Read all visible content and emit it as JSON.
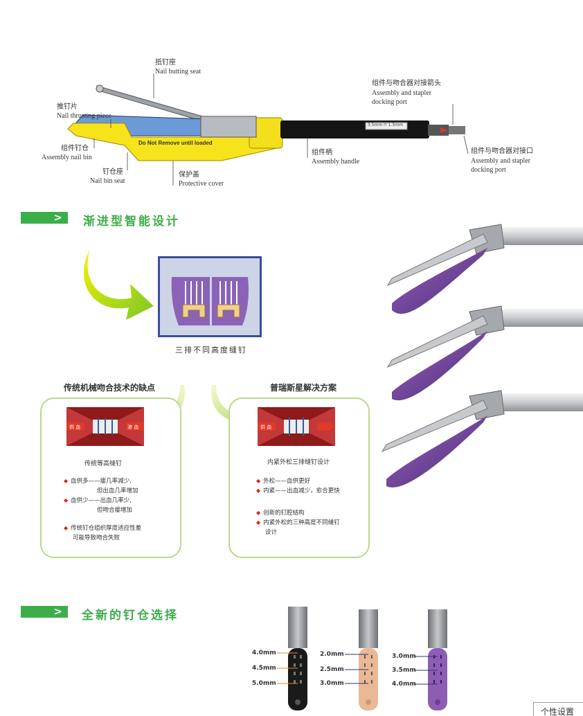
{
  "top_labels": {
    "nail_butting_seat_cn": "抵钉座",
    "nail_butting_seat_en": "Nail butting seat",
    "nail_thrusting_cn": "推钉片",
    "nail_thrusting_en": "Nail thrusting piece",
    "assembly_nail_bin_cn": "组件钉仓",
    "assembly_nail_bin_en": "Assembly nail bin",
    "nail_bin_seat_cn": "钉仓座",
    "nail_bin_seat_en": "Nail bin seat",
    "protective_cover_cn": "保护盖",
    "protective_cover_en": "Protective cover",
    "assembly_handle_cn": "组件柄",
    "assembly_handle_en": "Assembly handle",
    "docking_arrow_cn": "组件与吻合器对接箭头",
    "docking_arrow_en1": "Assembly and stapler",
    "docking_arrow_en2": "docking port",
    "docking_port_cn": "组件与吻合器对接口",
    "docking_port_en1": "Assembly and stapler",
    "docking_port_en2": "docking port",
    "cover_text": "Do Not Remove until loaded",
    "handle_tag": "3.5mm ⊓ 1.5mm"
  },
  "section1": {
    "arrow": ">",
    "title": "渐进型智能设计",
    "staple_caption": "三排不同高度缝钉"
  },
  "left_box": {
    "heading": "传统机械吻合技术的缺点",
    "caption": "传统等高缝钉",
    "tissue_left": "供 血",
    "tissue_right": "渗 血",
    "bullets": [
      {
        "main": "血供多——瘘几率减少,",
        "sub": "但出血几率增加"
      },
      {
        "main": "血供少——出血几率少,",
        "sub": "但吻合瘘增加"
      },
      {
        "main": "传统钉仓组织厚度适应性差",
        "sub": "可能导致吻合失败"
      }
    ]
  },
  "right_box": {
    "heading": "普瑞斯星解决方案",
    "caption": "内紧外松三排缝钉设计",
    "tissue_left": "供 血",
    "bullets": [
      {
        "main": "外松——血供更好"
      },
      {
        "main": "内紧——出血减少，愈合更快"
      },
      {
        "main": "创新的钉腔结构"
      },
      {
        "main": "内紧外松的三种高度不同缝钉",
        "sub": "设计"
      }
    ]
  },
  "section2": {
    "arrow": ">",
    "title": "全新的钉仓选择"
  },
  "cartridges": [
    {
      "color": "#1a1a1a",
      "sizes": [
        "4.0mm",
        "4.5mm",
        "5.0mm"
      ]
    },
    {
      "color": "#e9b894",
      "sizes": [
        "2.0mm",
        "2.5mm",
        "3.0mm"
      ]
    },
    {
      "color": "#8d5db6",
      "sizes": [
        "3.0mm",
        "3.5mm",
        "4.0mm"
      ]
    }
  ],
  "cut_text": "个性设置"
}
